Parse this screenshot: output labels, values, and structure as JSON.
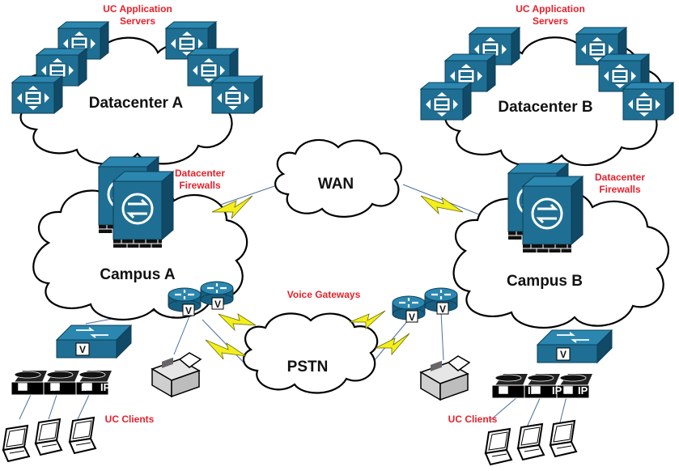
{
  "labels": {
    "uc_servers_a_l1": "UC Application",
    "uc_servers_a_l2": "Servers",
    "uc_servers_b_l1": "UC Application",
    "uc_servers_b_l2": "Servers",
    "datacenter_a": "Datacenter A",
    "datacenter_b": "Datacenter B",
    "fw_a_l1": "Datacenter",
    "fw_a_l2": "Firewalls",
    "fw_b_l1": "Datacenter",
    "fw_b_l2": "Firewalls",
    "wan": "WAN",
    "campus_a": "Campus A",
    "campus_b": "Campus B",
    "voice_gateways": "Voice Gateways",
    "pstn": "PSTN",
    "uc_clients_a": "UC Clients",
    "uc_clients_b": "UC Clients",
    "v_mark": "V",
    "ip_mark": "IP"
  },
  "colors": {
    "device": "#1e6f93",
    "device_dark": "#0f4f6e",
    "label_red": "#e8202a",
    "lightning": "#f2ef1c"
  },
  "icons": [
    "cloud-icon",
    "server-icon",
    "firewall-icon",
    "router-icon",
    "switch-icon",
    "ip-phone-icon",
    "fax-icon",
    "laptop-icon",
    "lightning-link-icon"
  ]
}
